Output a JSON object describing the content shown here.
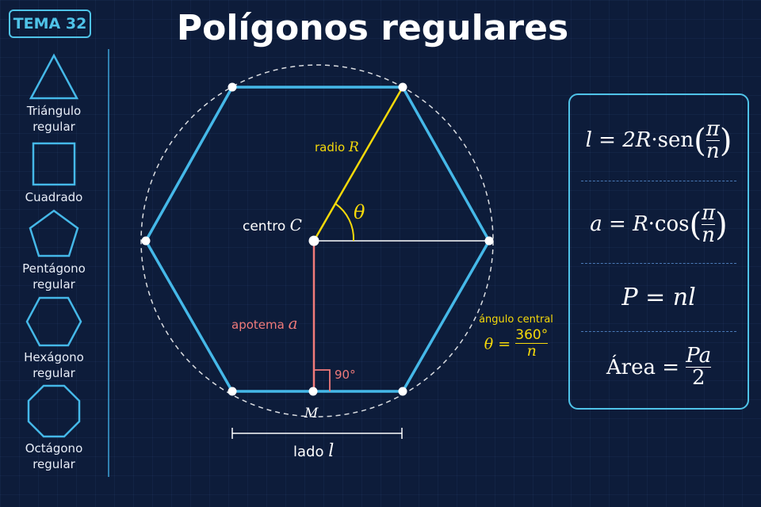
{
  "badge": "TEMA 32",
  "title": "Polígonos regulares",
  "sidebar": {
    "items": [
      {
        "label": "Triángulo\nregular",
        "sides": 3
      },
      {
        "label": "Cuadrado",
        "sides": 4
      },
      {
        "label": "Pentágono\nregular",
        "sides": 5
      },
      {
        "label": "Hexágono\nregular",
        "sides": 6
      },
      {
        "label": "Octágono\nregular",
        "sides": 8
      }
    ]
  },
  "diagram": {
    "radius_label": "radio",
    "radius_symbol": "R",
    "center_label": "centro",
    "center_symbol": "C",
    "angle_symbol": "θ",
    "apothem_label": "apotema",
    "apothem_symbol": "a",
    "right_angle_label": "90°",
    "midpoint_symbol": "M",
    "side_label": "lado",
    "side_symbol": "l"
  },
  "central_angle": {
    "label": "ángulo central",
    "lhs": "θ",
    "eq": "=",
    "num": "360°",
    "den": "n"
  },
  "formulas": {
    "side": {
      "lhs": "l",
      "eq": "=",
      "coef": "2R",
      "dot": "·",
      "fn": "sen",
      "num": "π",
      "den": "n"
    },
    "apothem": {
      "lhs": "a",
      "eq": "=",
      "coef": "R",
      "dot": "·",
      "fn": "cos",
      "num": "π",
      "den": "n"
    },
    "perimeter": {
      "lhs": "P",
      "eq": "=",
      "rhs": "nl"
    },
    "area": {
      "lhs": "Área",
      "eq": "=",
      "num": "Pa",
      "den": "2"
    }
  },
  "colors": {
    "accent": "#4fc3e8",
    "polygon": "#45b8e8",
    "radius": "#f5d90a",
    "apothem": "#f07a7a",
    "text": "#ffffff"
  }
}
